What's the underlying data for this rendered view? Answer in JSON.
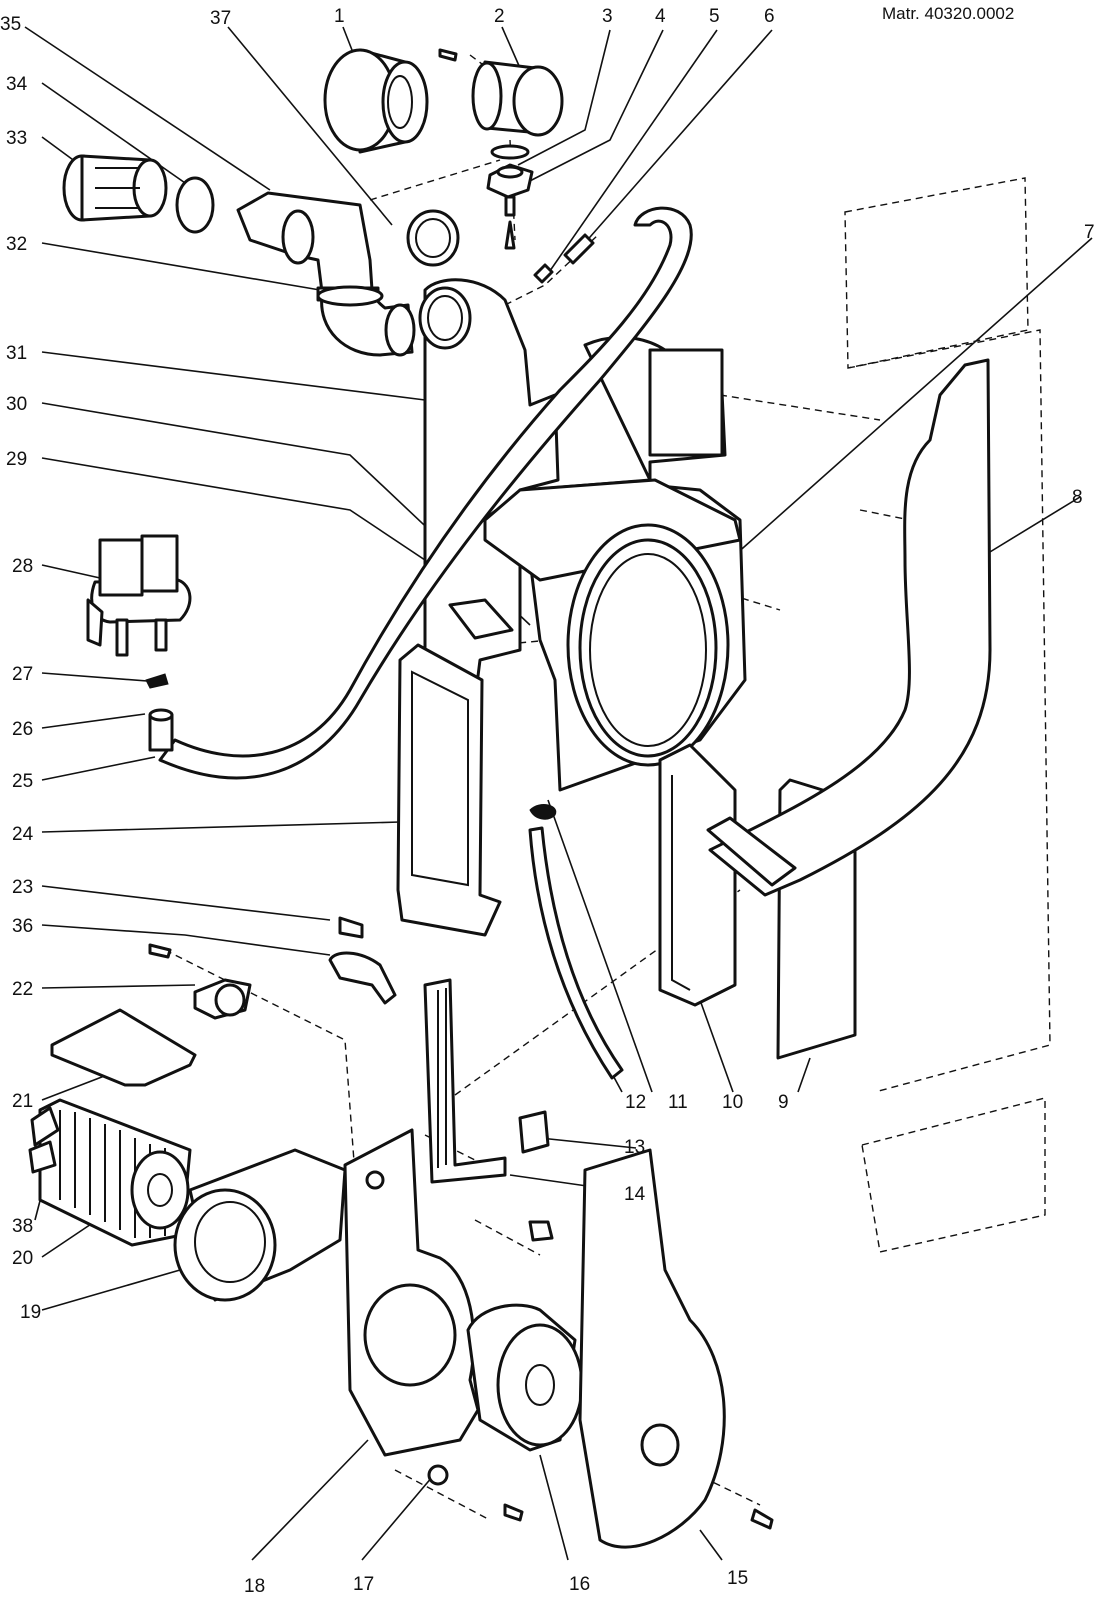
{
  "reference": "Matr. 40320.0002",
  "callouts": [
    "1",
    "2",
    "3",
    "4",
    "5",
    "6",
    "7",
    "8",
    "9",
    "10",
    "11",
    "12",
    "13",
    "14",
    "15",
    "16",
    "17",
    "18",
    "19",
    "20",
    "21",
    "22",
    "23",
    "24",
    "25",
    "26",
    "27",
    "28",
    "29",
    "30",
    "31",
    "32",
    "33",
    "34",
    "35",
    "36",
    "37",
    "38"
  ]
}
